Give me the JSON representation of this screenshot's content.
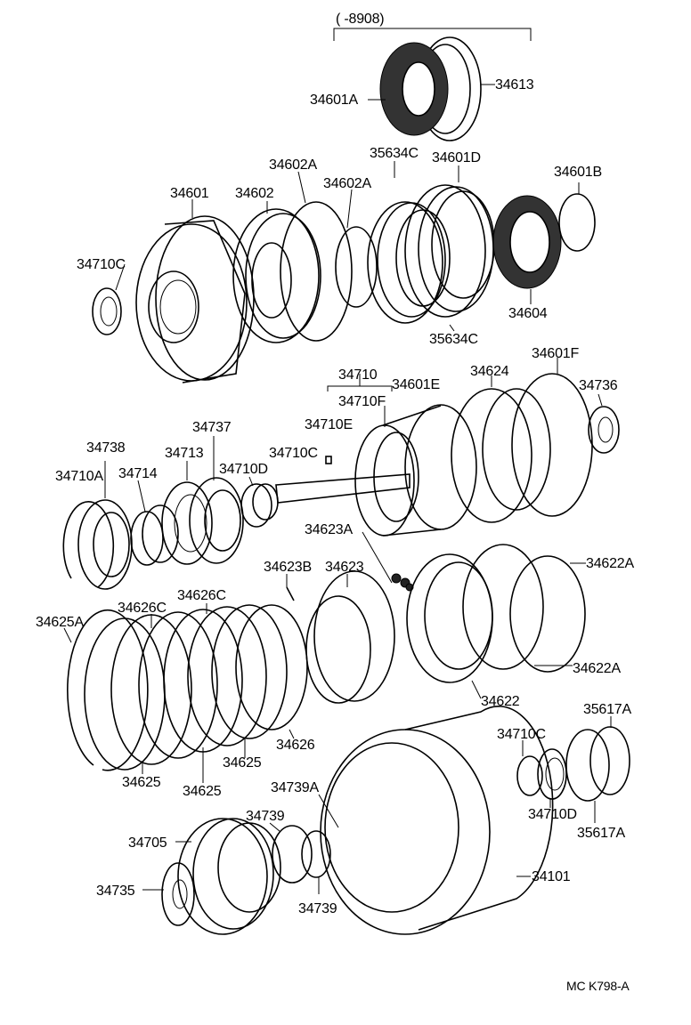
{
  "diagram_code": "MC  K798-A",
  "date_note": "(       -8908)",
  "parts": [
    {
      "id": "p34613",
      "label": "34613"
    },
    {
      "id": "p34601A",
      "label": "34601A"
    },
    {
      "id": "p34602A_top",
      "label": "34602A"
    },
    {
      "id": "p35634C_top",
      "label": "35634C"
    },
    {
      "id": "p34601D",
      "label": "34601D"
    },
    {
      "id": "p34601B",
      "label": "34601B"
    },
    {
      "id": "p34601",
      "label": "34601"
    },
    {
      "id": "p34602",
      "label": "34602"
    },
    {
      "id": "p34602A_mid",
      "label": "34602A"
    },
    {
      "id": "p34710C_left",
      "label": "34710C"
    },
    {
      "id": "p34604",
      "label": "34604"
    },
    {
      "id": "p35634C_bot",
      "label": "35634C"
    },
    {
      "id": "p34710",
      "label": "34710"
    },
    {
      "id": "p34601E",
      "label": "34601E"
    },
    {
      "id": "p34624",
      "label": "34624"
    },
    {
      "id": "p34601F",
      "label": "34601F"
    },
    {
      "id": "p34736",
      "label": "34736"
    },
    {
      "id": "p34710F",
      "label": "34710F"
    },
    {
      "id": "p34710E",
      "label": "34710E"
    },
    {
      "id": "p34737",
      "label": "34737"
    },
    {
      "id": "p34738",
      "label": "34738"
    },
    {
      "id": "p34713",
      "label": "34713"
    },
    {
      "id": "p34710C_mid",
      "label": "34710C"
    },
    {
      "id": "p34710D_mid",
      "label": "34710D"
    },
    {
      "id": "p34710A",
      "label": "34710A"
    },
    {
      "id": "p34714",
      "label": "34714"
    },
    {
      "id": "p34623A",
      "label": "34623A"
    },
    {
      "id": "p34623B",
      "label": "34623B"
    },
    {
      "id": "p34623",
      "label": "34623"
    },
    {
      "id": "p34622A_top",
      "label": "34622A"
    },
    {
      "id": "p34626C_a",
      "label": "34626C"
    },
    {
      "id": "p34626C_b",
      "label": "34626C"
    },
    {
      "id": "p34625A",
      "label": "34625A"
    },
    {
      "id": "p34622A_bot",
      "label": "34622A"
    },
    {
      "id": "p34622",
      "label": "34622"
    },
    {
      "id": "p35617A_top",
      "label": "35617A"
    },
    {
      "id": "p34626",
      "label": "34626"
    },
    {
      "id": "p34625_a",
      "label": "34625"
    },
    {
      "id": "p34710C_right",
      "label": "34710C"
    },
    {
      "id": "p34625_b",
      "label": "34625"
    },
    {
      "id": "p34625_c",
      "label": "34625"
    },
    {
      "id": "p34739A",
      "label": "34739A"
    },
    {
      "id": "p34710D_right",
      "label": "34710D"
    },
    {
      "id": "p35617A_bot",
      "label": "35617A"
    },
    {
      "id": "p34739_top",
      "label": "34739"
    },
    {
      "id": "p34705",
      "label": "34705"
    },
    {
      "id": "p34101",
      "label": "34101"
    },
    {
      "id": "p34735",
      "label": "34735"
    },
    {
      "id": "p34739_bot",
      "label": "34739"
    }
  ]
}
